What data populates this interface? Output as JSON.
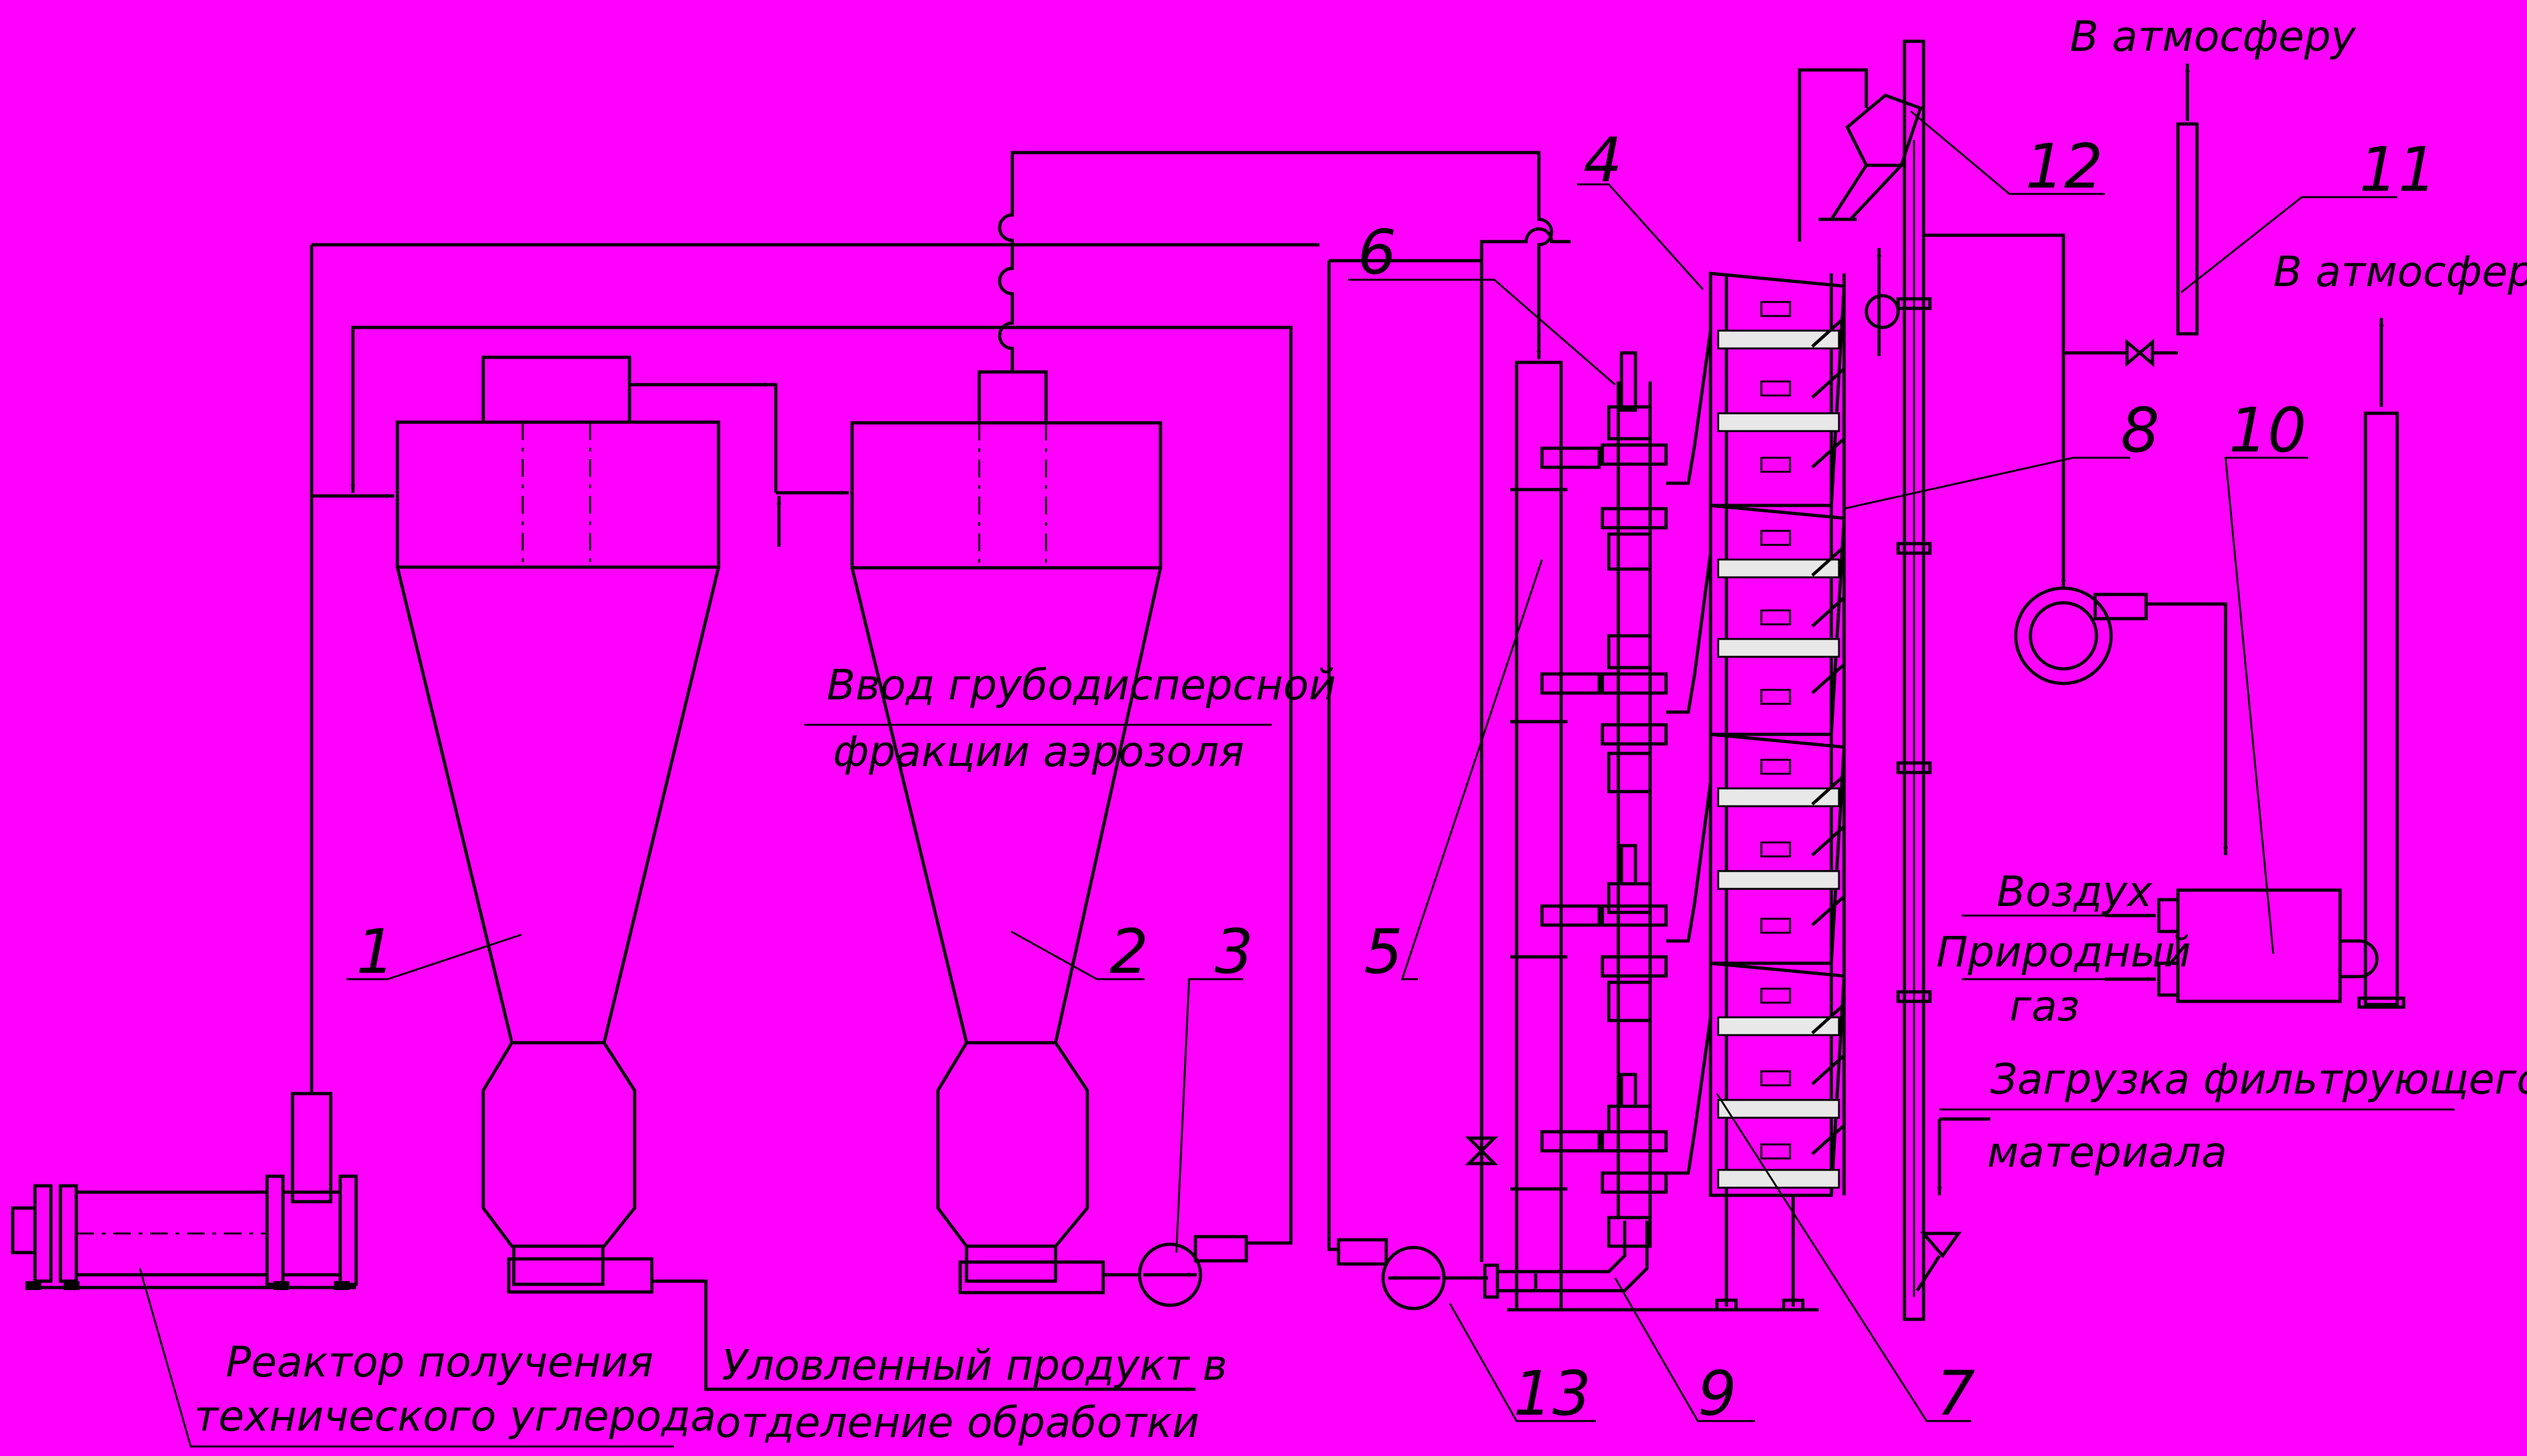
{
  "callouts": {
    "n1": "1",
    "n2": "2",
    "n3": "3",
    "n4": "4",
    "n5": "5",
    "n6": "6",
    "n7": "7",
    "n8": "8",
    "n9": "9",
    "n10": "10",
    "n11": "11",
    "n12": "12",
    "n13": "13"
  },
  "labels": {
    "atmosphere_top": "В атмосферу",
    "atmosphere_right": "В атмосферу",
    "coarse_input_line1": "Ввод грубодисперсной",
    "coarse_input_line2": "фракции аэрозоля",
    "air": "Воздух",
    "natural_gas_line1": "Природный",
    "natural_gas_line2": "газ",
    "filter_loading_line1": "Загрузка фильтрующего",
    "filter_loading_line2": "материала",
    "reactor_line1": "Реактор получения",
    "reactor_line2": "технического углерода",
    "product_line1": "Уловленный продукт в",
    "product_line2": "отделение обработки"
  },
  "colors": {
    "background": "#ff00ff",
    "line": "#000000",
    "filter_pad": "#e8e8e8"
  }
}
